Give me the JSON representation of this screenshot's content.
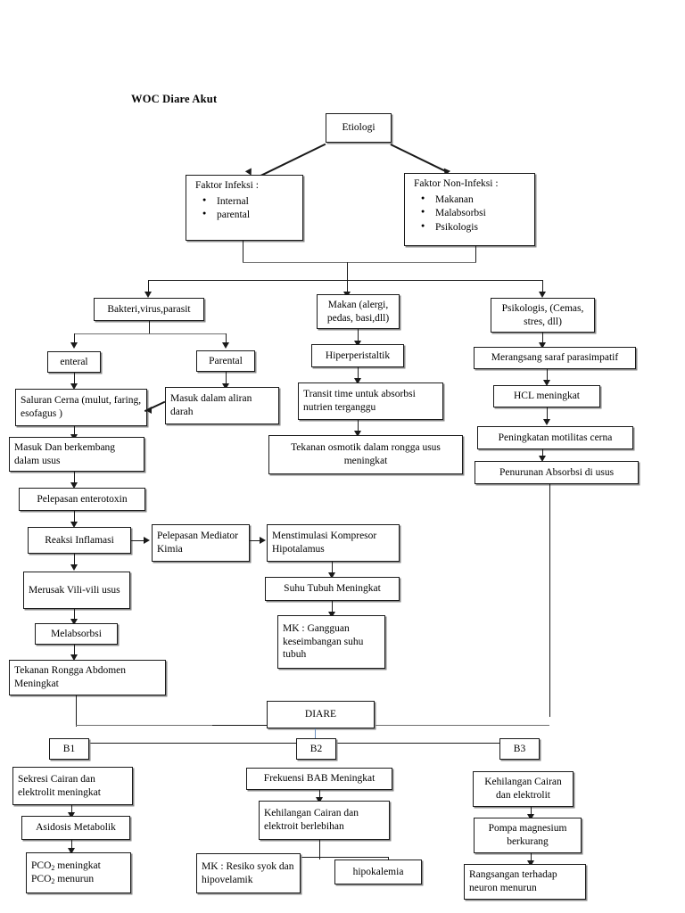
{
  "document": {
    "title": "WOC Diare Akut",
    "type": "flowchart",
    "language": "id"
  },
  "nodes": {
    "etiologi": "Etiologi",
    "faktor_infeksi_header": "Faktor Infeksi :",
    "faktor_infeksi_items": [
      "Internal",
      "parental"
    ],
    "faktor_noninfeksi_header": "Faktor Non-Infeksi :",
    "faktor_noninfeksi_items": [
      "Makanan",
      "Malabsorbsi",
      "Psikologis"
    ],
    "bakteri": "Bakteri,virus,parasit",
    "makan": "Makan (alergi, pedas, basi,dll)",
    "psikologis": "Psikologis, (Cemas, stres, dll)",
    "enteral": "enteral",
    "parental": "Parental",
    "hiperperistaltik": "Hiperperistaltik",
    "merangsang_saraf": "Merangsang saraf parasimpatif",
    "saluran_cerna": "Saluran Cerna (mulut, faring, esofagus )",
    "masuk_aliran_darah": "Masuk dalam aliran darah",
    "transit_time": "Transit time untuk absorbsi nutrien terganggu",
    "hcl_meningkat": "HCL meningkat",
    "masuk_berkembang": "Masuk Dan berkembang dalam usus",
    "tekanan_osmotik": "Tekanan osmotik dalam rongga usus meningkat",
    "peningkatan_motilitas": "Peningkatan motilitas cerna",
    "penurunan_absorbsi": "Penurunan Absorbsi di usus",
    "pelepasan_enterotoxin": "Pelepasan enterotoxin",
    "reaksi_inflamasi": "Reaksi Inflamasi",
    "pelepasan_mediator": "Pelepasan Mediator Kimia",
    "menstimulasi_kompresor": "Menstimulasi Kompresor Hipotalamus",
    "merusak_vili": "Merusak Vili-vili usus",
    "suhu_tubuh": "Suhu Tubuh Meningkat",
    "mk_gangguan": "MK : Gangguan keseimbangan suhu tubuh",
    "melabsorbsi": "Melabsorbsi",
    "tekanan_rongga": "Tekanan Rongga Abdomen Meningkat",
    "diare": "DIARE",
    "b1": "B1",
    "b2": "B2",
    "b3": "B3",
    "sekresi_cairan": "Sekresi Cairan dan elektrolit meningkat",
    "frekuensi_bab": "Frekuensi BAB Meningkat",
    "kehilangan_cairan_b3": "Kehilangan Cairan dan elektrolit",
    "asidosis": "Asidosis Metabolik",
    "kehilangan_cairan_b2": "Kehilangan Cairan dan elektroit berlebihan",
    "pompa_magnesium": "Pompa magnesium berkurang",
    "pco2_line1": "PCO",
    "pco2_sub": "2",
    "pco2_line1_rest": " meningkat",
    "pco2_line2_rest": " menurun",
    "mk_resiko_syok": "MK : Resiko syok dan hipovelamik",
    "hipokalemia": "hipokalemia",
    "rangsangan_neuron": "Rangsangan terhadap neuron menurun"
  },
  "colors": {
    "stroke": "#1a1a1a",
    "shadow": "#8a8a8a",
    "faded_line": "#6e6e6e",
    "blue_line": "#6b8fbf",
    "background": "#ffffff"
  }
}
